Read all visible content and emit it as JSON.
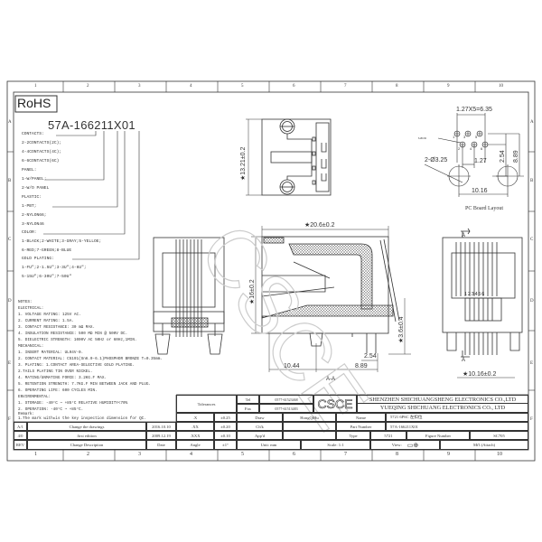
{
  "frame": {
    "columns": [
      "1",
      "2",
      "3",
      "4",
      "5",
      "6",
      "7",
      "8",
      "9",
      "10"
    ],
    "rows": [
      "A",
      "B",
      "C",
      "D",
      "E",
      "F"
    ]
  },
  "rohs": "RoHS",
  "part_code": {
    "title": "57A-166211X01",
    "lines": [
      "CONTACTS:",
      "2-2CONTACTS(2C);",
      "4-4CONTACTS(4C);",
      "6-6CONTACTS(6C)",
      "PANEL:",
      "1-W/PANEL;",
      "2-W/O PANEL",
      "PLASTIC:",
      "1-PBT;",
      "2-NYLON66;",
      "3-NYLON46",
      "COLOR:",
      "1-BLACK;2-WHITE;3-GRAY;5-YELLOE;",
      "6-RED;7-GREEN;8-BLUE",
      "GOLD PLATING:",
      "1-FU\";2-1.5U\";3-3U\";4-6U\";",
      "5-15U\";6-30U\";7-50U\""
    ]
  },
  "notes": [
    "NOTES:",
    "ELECTRICAL:",
    "1. VOLTAGE RATING: 125V AC.",
    "2. CURRENT RATING: 1.5A.",
    "3. CONTACT RESISTANCE: 30 mΩ MAX.",
    "4. INSULATION RESISTANCE: 500 MΩ MIN @ 500V DC.",
    "5. DIELECTRIC STRENGTH: 1000V AC 50Hz or 60Hz,1MIN.",
    "MECHANICAL:",
    "1. INSERT MATERIAL: UL94V-0.",
    "2. CONTACT MATERIAL: C5191(Sn6.0-6.1)PHOSPHOR BRONZE T=0.35mm.",
    "3. PLATING: 1.CONTACT AREA-SELECTIVE GOLD PLATING.",
    "             2.TAILS PLATING TIN OVER NICKEL.",
    "4. MATING/UNMATING FORCE: 3.2KG.F MAX.",
    "5. RETENTION STRENGTH: 7.7KG.F MIN BETWEEN JACK AND PLUG.",
    "6. OPERATING LIFE: 600 CYCLES MIN.",
    "ENVIRONMENTAL:",
    "1. STORAGE: -40°C ~ +85°C RELATIVE HUMIDITY<70%",
    "2. OPERATION: -40°C ~ +85°C.",
    "Remark:",
    "1.The mark with★is the key inspection dimension for QC."
  ],
  "dimensions": {
    "top_height": "★13.21±0.2",
    "pcb_pitch": "1.27X5=6.35",
    "pcb_holes": "2-Ø3.25",
    "pcb_127": "1.27",
    "pcb_254": "2.54",
    "pcb_889": "8.89",
    "pcb_1016": "10.16",
    "pcb_title": "PC Board Layout",
    "pcb_pins": [
      "1",
      "3",
      "5",
      "2",
      "4",
      "6"
    ],
    "pcb_small": "6-Ø0.90",
    "sec_width": "★20.6±0.2",
    "sec_height": "★16±0.2",
    "sec_36": "★3.6±0.4",
    "sec_254": "2.54",
    "sec_1044": "10.44",
    "sec_889": "8.89",
    "sec_label": "A-A",
    "front_a": "A",
    "front_pins": "123456",
    "front_width": "★10.16±0.2"
  },
  "watermark": "CSCE",
  "title_block": {
    "tolerances_label": "Tolerances",
    "tol_rows": [
      {
        "k": ".X",
        "v": "±0.25"
      },
      {
        "k": ".XX",
        "v": "±0.20"
      },
      {
        "k": ".XXX",
        "v": "±0.10"
      },
      {
        "k": "Angle",
        "v": "±1°"
      }
    ],
    "tel_label": "Tel",
    "tel": "0577-61523468",
    "fax_label": "Fax",
    "fax": "0577-61513483",
    "logo": "CSCE",
    "company_1": "SHENZHEN SHICHUANGSHENG ELECTRONICS CO.,LTD",
    "company_2": "YUEQING SHICHUANG ELECTRONICS CO., LTD",
    "draw_label": "Draw",
    "draw_value": "HongQiHu",
    "chk_label": "Ch'k",
    "app_label": "App'd",
    "name_label": "Name",
    "name_value": "5721 6P6C 左扣位",
    "part_label": "Part Number",
    "part_value": "57A-166211X01",
    "type_label": "Type",
    "type_value": "5721",
    "figure_label": "Figure Number",
    "figure_value": "SC705",
    "unit": "Unit: mm",
    "scale": "Scale: 1:1",
    "view": "View:",
    "material": "Mt'l:(Attach)",
    "revisions": [
      {
        "rev": "A/1",
        "desc": "Change the drawings",
        "date": "2016.10.10"
      },
      {
        "rev": "4/0",
        "desc": "first edition",
        "date": "2009.12.19"
      },
      {
        "rev": "REV",
        "desc": "Change Description",
        "date": "Date"
      }
    ]
  }
}
